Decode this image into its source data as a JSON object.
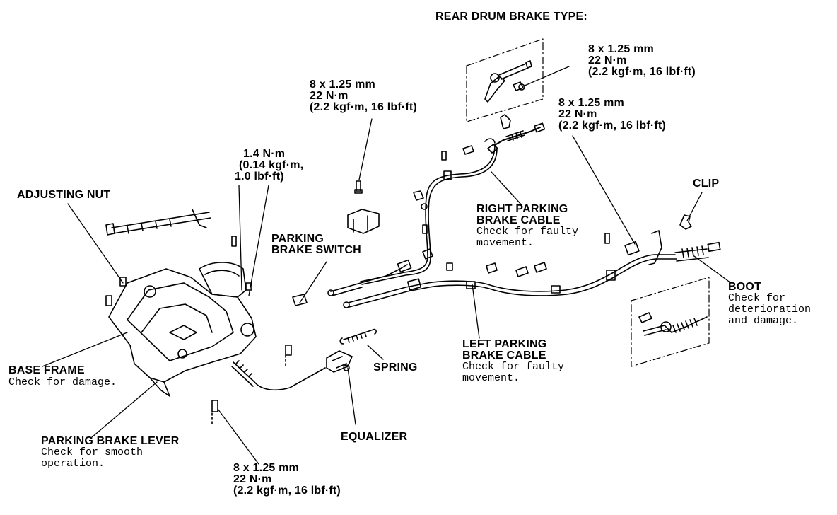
{
  "title": "REAR DRUM BRAKE TYPE:",
  "callouts": {
    "adjusting_nut": {
      "name": "ADJUSTING NUT"
    },
    "base_frame": {
      "name": "BASE FRAME",
      "note": "Check for damage."
    },
    "parking_brake_lever": {
      "name": "PARKING BRAKE LEVER",
      "note_line1": "Check for smooth",
      "note_line2": "operation."
    },
    "parking_brake_switch": {
      "name_line1": "PARKING",
      "name_line2": "BRAKE SWITCH"
    },
    "spring": {
      "name": "SPRING"
    },
    "equalizer": {
      "name": "EQUALIZER"
    },
    "right_parking_brake_cable": {
      "name_line1": "RIGHT PARKING",
      "name_line2": "BRAKE CABLE",
      "note_line1": "Check for faulty",
      "note_line2": "movement."
    },
    "left_parking_brake_cable": {
      "name_line1": "LEFT PARKING",
      "name_line2": "BRAKE CABLE",
      "note_line1": "Check for faulty",
      "note_line2": "movement."
    },
    "clip": {
      "name": "CLIP"
    },
    "boot": {
      "name": "BOOT",
      "note_line1": "Check for",
      "note_line2": "deterioration",
      "note_line3": "and damage."
    }
  },
  "torque_specs": {
    "switch_bolt": {
      "line1": "1.4 N·m",
      "line2": "(0.14 kgf·m,",
      "line3": "1.0 lbf·ft)"
    },
    "center_bolt": {
      "line1": "8 x 1.25 mm",
      "line2": "22 N·m",
      "line3": "(2.2 kgf·m, 16 lbf·ft)"
    },
    "drum_detail_bolt": {
      "line1": "8 x 1.25 mm",
      "line2": "22 N·m",
      "line3": "(2.2 kgf·m, 16 lbf·ft)"
    },
    "right_cable_bolt": {
      "line1": "8 x 1.25 mm",
      "line2": "22 N·m",
      "line3": "(2.2 kgf·m, 16 lbf·ft)"
    },
    "lever_bolt": {
      "line1": "8 x 1.25 mm",
      "line2": "22 N·m",
      "line3": "(2.2 kgf·m, 16 lbf·ft)"
    }
  }
}
